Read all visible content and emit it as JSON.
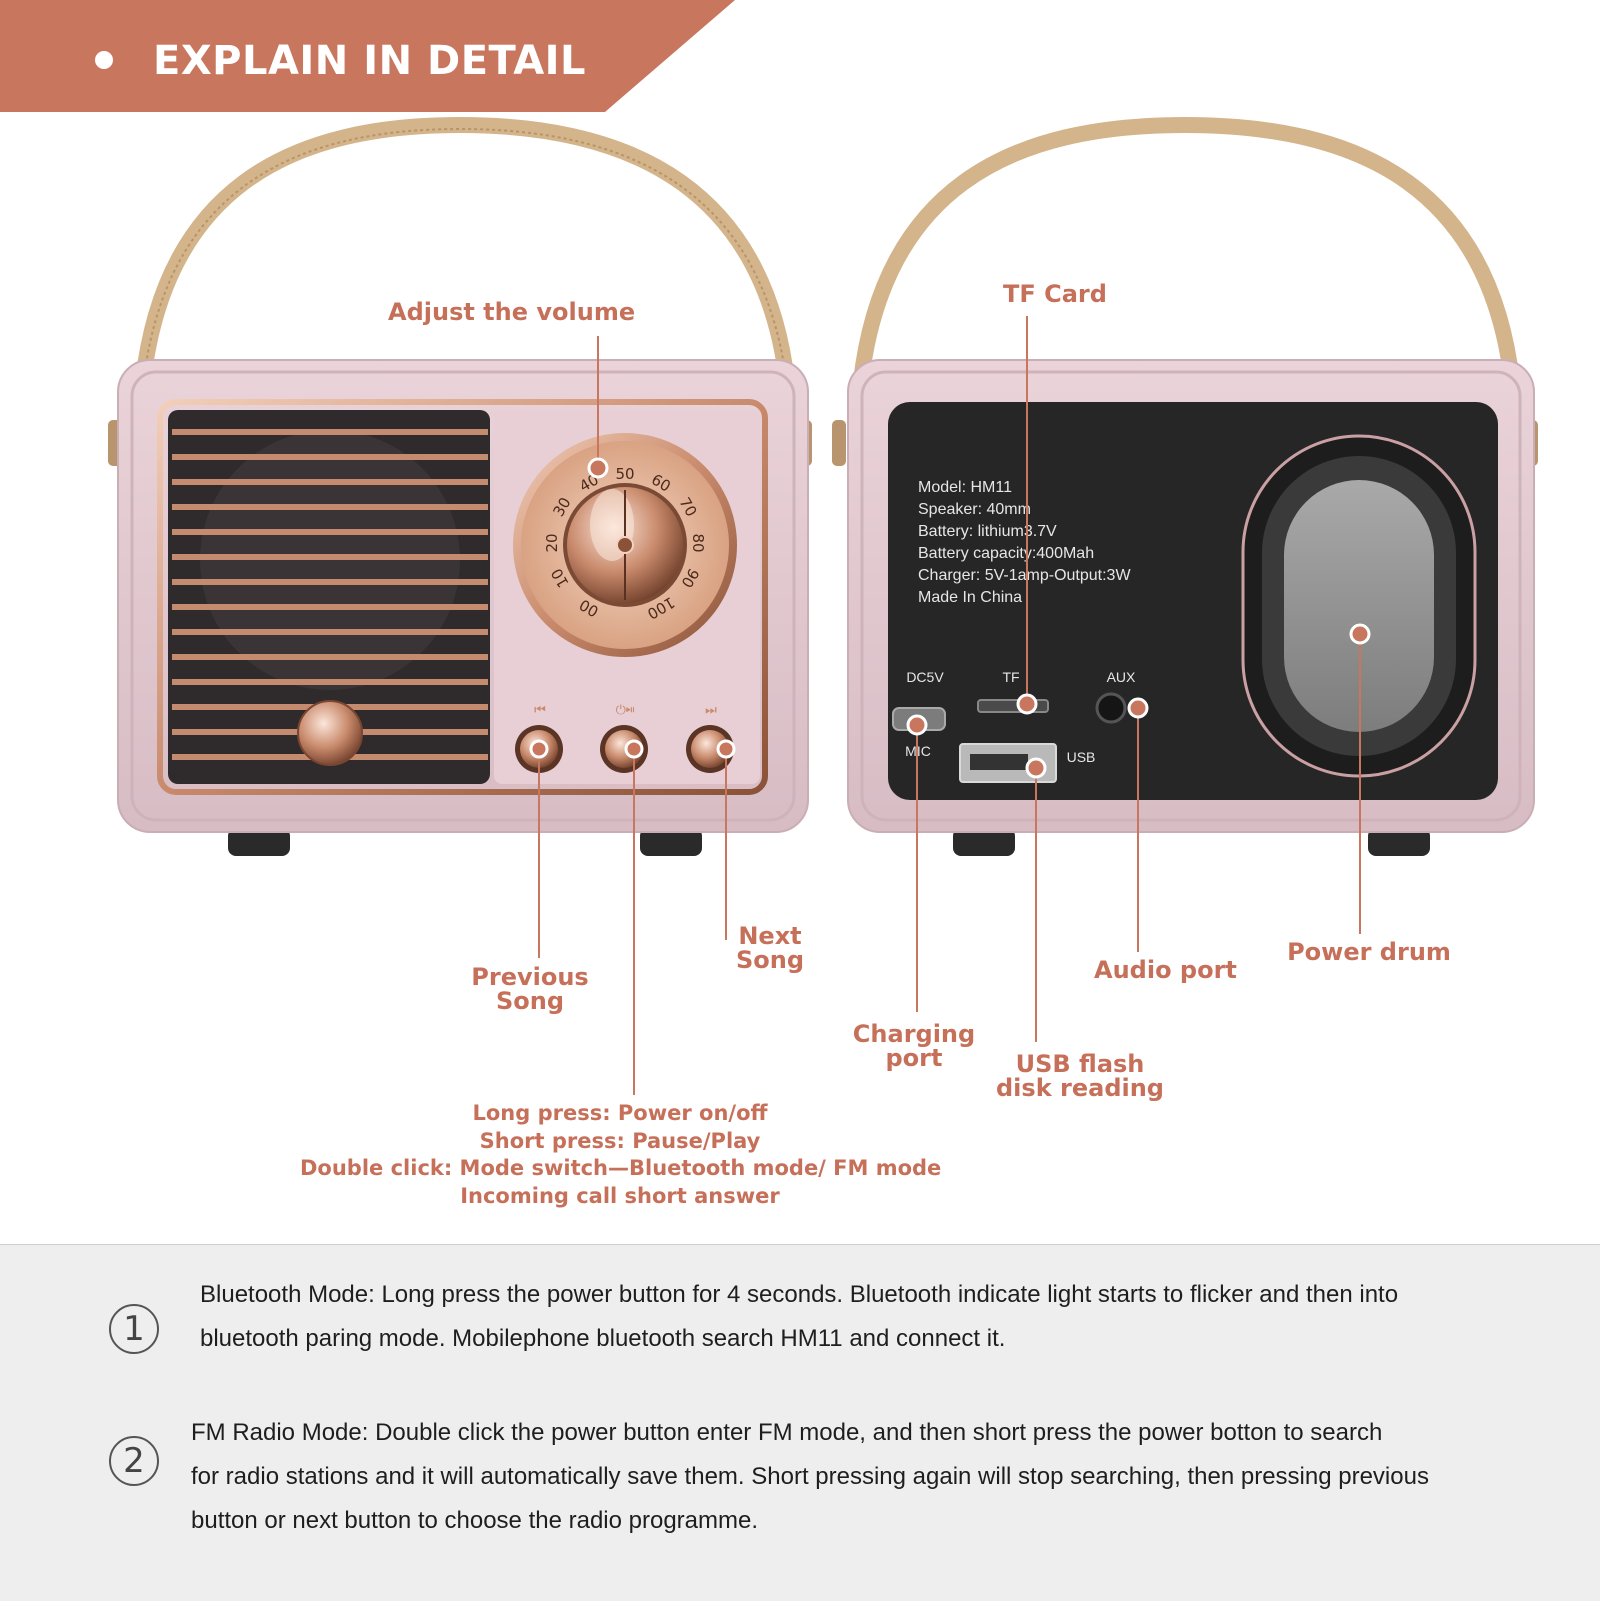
{
  "header": {
    "title": "EXPLAIN IN DETAIL"
  },
  "front_speaker": {
    "dial_numbers": [
      "00",
      "10",
      "20",
      "30",
      "40",
      "50",
      "60",
      "70",
      "80",
      "90",
      "100"
    ],
    "button_symbols": [
      "⏮",
      "⏻⏯",
      "⏭"
    ]
  },
  "back_panel": {
    "spec_lines": [
      "Model: HM11",
      "Speaker:  40mm",
      "Battery: lithium3.7V",
      "Battery capacity:400Mah",
      "Charger: 5V-1amp-Output:3W",
      "Made In China"
    ],
    "port_labels": {
      "dc": "DC5V",
      "tf": "TF",
      "aux": "AUX",
      "mic": "MIC",
      "usb": "USB"
    }
  },
  "callouts": {
    "volume": "Adjust the volume",
    "tf_card": "TF Card",
    "previous": [
      "Previous",
      "Song"
    ],
    "next": [
      "Next",
      "Song"
    ],
    "power_lines": [
      "Long press: Power on/off",
      "Short press: Pause/Play",
      "Double click: Mode switch—Bluetooth mode/ FM mode",
      "Incoming call short answer"
    ],
    "charging": [
      "Charging",
      "port"
    ],
    "usb": [
      "USB flash",
      "disk reading"
    ],
    "audio": "Audio port",
    "power_drum": "Power drum"
  },
  "notes": [
    {
      "number": "1",
      "lines": [
        "Bluetooth Mode: Long press the power button for 4 seconds.  Bluetooth indicate light starts to flicker and then into",
        "bluetooth paring mode.  Mobilephone bluetooth search HM11 and connect it."
      ]
    },
    {
      "number": "2",
      "lines": [
        "FM Radio Mode: Double click the power button enter FM mode, and then short press the power botton to search",
        "for radio stations and it will automatically save them.  Short pressing again will stop searching, then pressing previous",
        "button or next button to choose the radio programme."
      ]
    }
  ],
  "colors": {
    "header_bg": "#c9765e",
    "label": "#c6705a",
    "callout_line": "#c9765e",
    "body_pink": "#e2c8cf",
    "rose_gold": "#c98f72",
    "handle": "#d4b48a",
    "panel": "#262626",
    "notes_bg": "#eeeeee"
  }
}
